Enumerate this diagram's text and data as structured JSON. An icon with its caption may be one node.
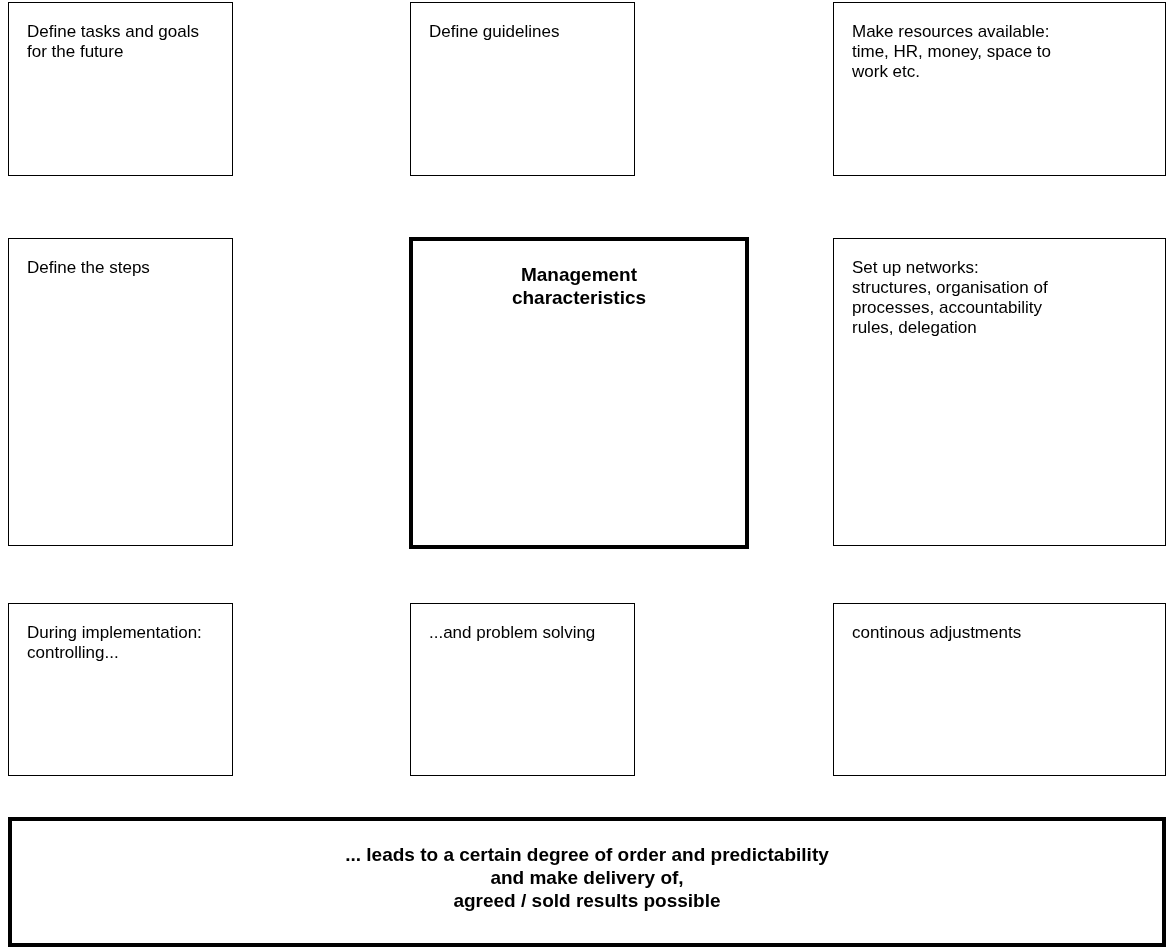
{
  "diagram": {
    "nodes": [
      {
        "text": [
          "Define tasks and goals for the future"
        ]
      },
      {
        "text": [
          "Define guidelines"
        ]
      },
      {
        "text": [
          "Make resources available:",
          "time, HR, money, space to work etc."
        ]
      },
      {
        "text": [
          "Define the steps"
        ]
      },
      {
        "text": [
          "Management characteristics"
        ]
      },
      {
        "text": [
          "Set up networks:",
          "structures, organisation of processes, accountability rules, delegation"
        ]
      },
      {
        "text": [
          "During implementation:",
          "controlling..."
        ]
      },
      {
        "text": [
          "...and problem solving"
        ]
      },
      {
        "text": [
          "continous adjustments"
        ]
      },
      {
        "text": [
          "... leads to a certain degree of order and predictability and make delivery of,",
          "agreed / sold results possible"
        ]
      }
    ]
  }
}
